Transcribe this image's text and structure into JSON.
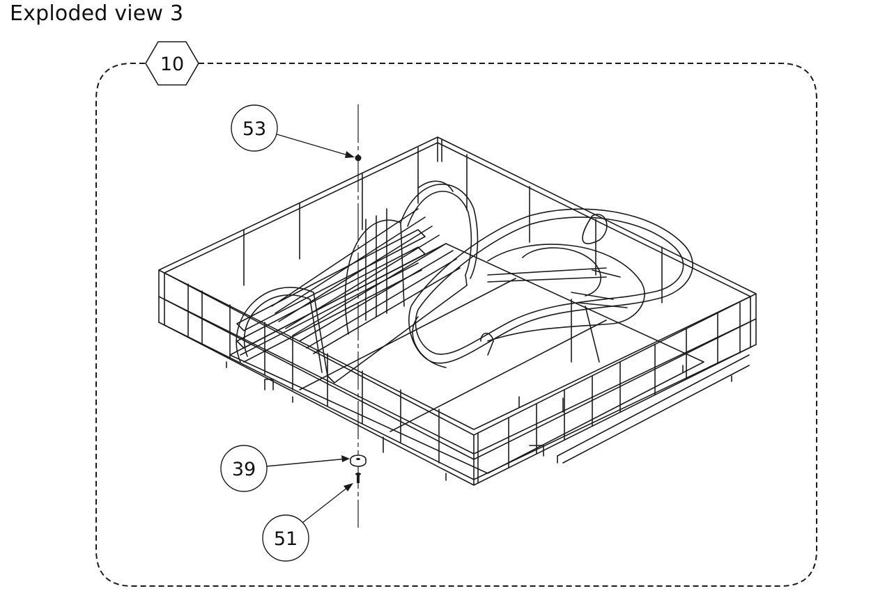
{
  "title": "Exploded view 3",
  "assembly_tag": {
    "label": "10",
    "shape": "hexagon"
  },
  "callouts": [
    {
      "label": "53",
      "part": "pin"
    },
    {
      "label": "39",
      "part": "washer"
    },
    {
      "label": "51",
      "part": "screw"
    }
  ],
  "colors": {
    "line": "#1a1a1a",
    "background": "#ffffff"
  }
}
